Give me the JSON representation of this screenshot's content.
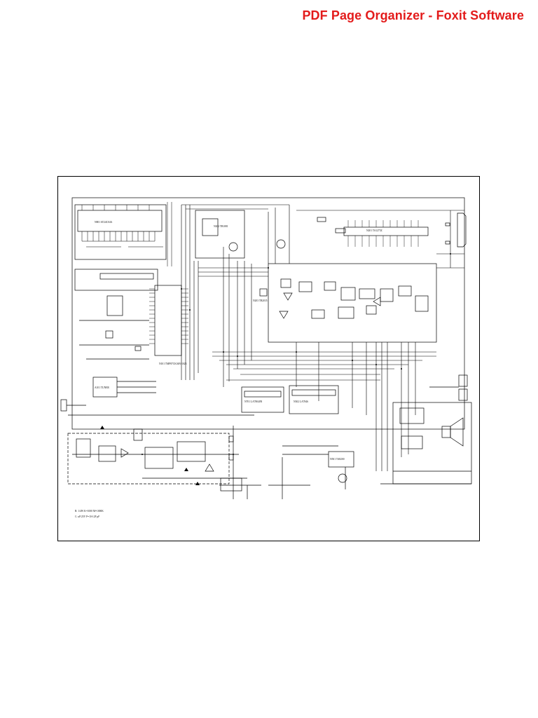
{
  "header": {
    "watermark": "PDF Page Organizer - Foxit Software"
  },
  "schematic": {
    "blocks": {
      "n801": "N801 AT24C04A",
      "n201": "N201 TA1275Z",
      "n202": "N202 TB1081",
      "n203": "N203 TB2035",
      "cpu": "N101 TMP87CK36N-1023",
      "tuner": "A101 TUNER",
      "n701": "N701 LA78040N",
      "n302": "N302 LA7846",
      "n501": "N501 TA8200"
    },
    "notes": [
      "R: 1/4W  K=1000  M=1000K",
      "C: uF/25V  P=10-12F pF"
    ]
  }
}
